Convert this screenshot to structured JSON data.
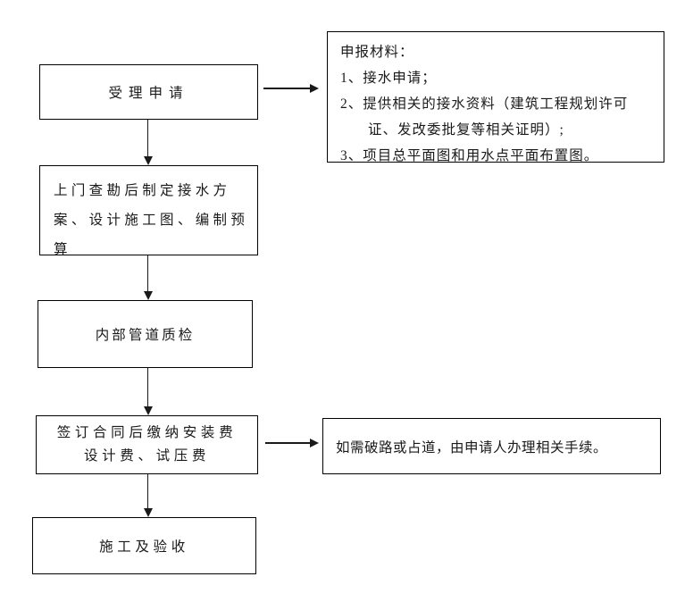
{
  "diagram": {
    "steps": {
      "accept": {
        "label": "受理申请"
      },
      "survey": {
        "lines": [
          "上门查勘后制定接水方",
          "案、设计施工图、编制预",
          "算"
        ]
      },
      "inspection": {
        "label": "内部管道质检"
      },
      "contract": {
        "lines": [
          "签订合同后缴纳安装费",
          "设计费、试压费"
        ]
      },
      "construction": {
        "label": "施工及验收"
      }
    },
    "notes": {
      "materials": {
        "title": "申报材料：",
        "items": [
          "1、接水申请；",
          "2、提供相关的接水资料（建筑工程规划许可证、发改委批复等相关证明）;",
          "3、项目总平面图和用水点平面布置图。"
        ]
      },
      "road": {
        "label": "如需破路或占道，由申请人办理相关手续。"
      }
    },
    "colors": {
      "background": "#ffffff",
      "border": "#000000",
      "line": "#1a1a1a",
      "text": "#1a1a1a"
    }
  }
}
